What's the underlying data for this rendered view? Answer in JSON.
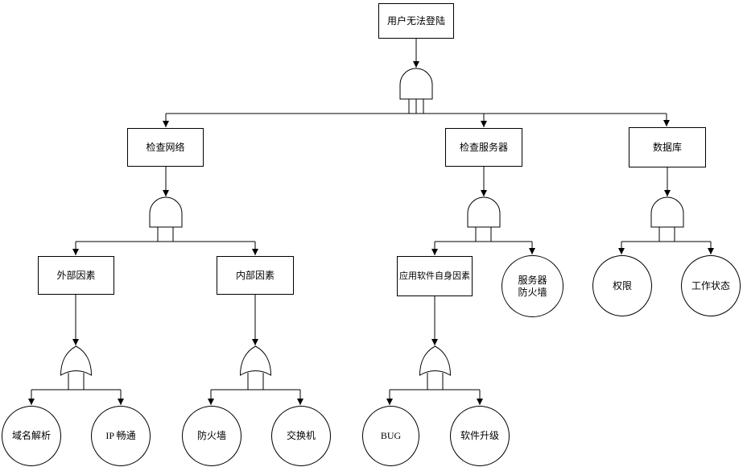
{
  "diagram": {
    "type": "fault-tree",
    "background": "#ffffff",
    "line_color": "#000000",
    "shape_fill": "#ffffff",
    "text_color": "#000000"
  },
  "nodes": {
    "root": {
      "label": "用户无法登陆",
      "shape": "rect",
      "gate_below": "AND"
    },
    "check_network": {
      "label": "检查网络",
      "shape": "rect",
      "gate_below": "AND"
    },
    "check_server": {
      "label": "检查服务器",
      "shape": "rect",
      "gate_below": "AND"
    },
    "database": {
      "label": "数据库",
      "shape": "rect",
      "gate_below": "AND"
    },
    "external_factors": {
      "label": "外部因素",
      "shape": "rect",
      "gate_below": "OR"
    },
    "internal_factors": {
      "label": "内部因素",
      "shape": "rect",
      "gate_below": "OR"
    },
    "app_software_factors": {
      "label": "应用软件自身因素",
      "shape": "rect",
      "gate_below": "OR"
    },
    "server_firewall": {
      "label": "服务器\n防火墙",
      "shape": "circle"
    },
    "permissions": {
      "label": "权限",
      "shape": "circle"
    },
    "work_status": {
      "label": "工作状态",
      "shape": "circle"
    },
    "dns_resolution": {
      "label": "域名解析",
      "shape": "circle"
    },
    "ip_connectivity": {
      "label": "IP 畅通",
      "shape": "circle"
    },
    "firewall": {
      "label": "防火墙",
      "shape": "circle"
    },
    "switch": {
      "label": "交换机",
      "shape": "circle"
    },
    "bug": {
      "label": "BUG",
      "shape": "circle"
    },
    "software_upgrade": {
      "label": "软件升级",
      "shape": "circle"
    }
  }
}
